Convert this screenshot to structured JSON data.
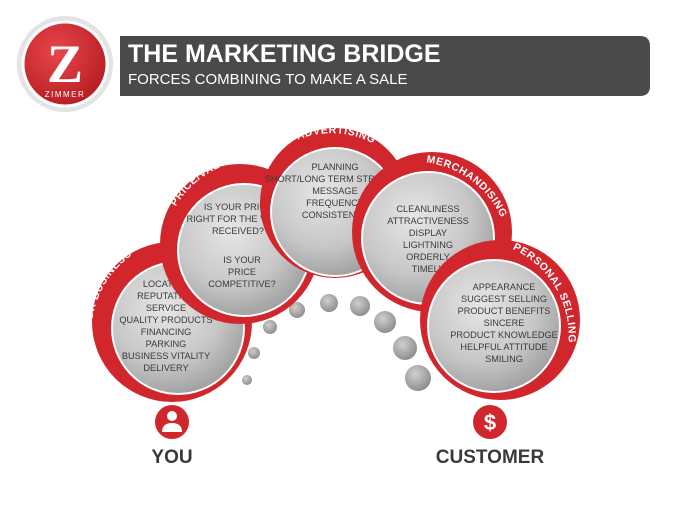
{
  "logo": {
    "letter": "Z",
    "wordmark": "ZIMMER",
    "colors": {
      "red": "#d32027",
      "dark_red": "#9a161b"
    }
  },
  "header": {
    "title": "THE MARKETING BRIDGE",
    "subtitle": "FORCES COMBINING TO MAKE A SALE",
    "bar_color": "#4a4a4a"
  },
  "forces": [
    {
      "name": "YOUR BUSINESS",
      "items": [
        "LOCATION",
        "REPUTATION",
        "SERVICE",
        "QUALITY PRODUCTS",
        "FINANCING",
        "PARKING",
        "BUSINESS VITALITY",
        "DELIVERY"
      ]
    },
    {
      "name": "PRICE/VALUE",
      "items": [
        "IS YOUR PRICE",
        "RIGHT FOR THE VALUE",
        "RECEIVED?",
        "IS YOUR",
        "PRICE",
        "COMPETITIVE?"
      ]
    },
    {
      "name": "ADVERTISING",
      "items": [
        "PLANNING",
        "SHORT/LONG TERM STRATEGY",
        "MESSAGE",
        "FREQUENCY",
        "CONSISTENCY"
      ]
    },
    {
      "name": "MERCHANDISING",
      "items": [
        "CLEANLINESS",
        "ATTRACTIVENESS",
        "DISPLAY",
        "LIGHTNING",
        "ORDERLY",
        "TIMELY"
      ]
    },
    {
      "name": "PERSONAL SELLING",
      "items": [
        "APPEARANCE",
        "SUGGEST SELLING",
        "PRODUCT BENEFITS",
        "SINCERE",
        "PRODUCT KNOWLEDGE",
        "HELPFUL ATTITUDE",
        "SMILING"
      ]
    }
  ],
  "footer": {
    "you": {
      "label": "YOU",
      "icon": "person-icon"
    },
    "customer": {
      "label": "CUSTOMER",
      "icon": "dollar-icon"
    }
  },
  "colors": {
    "accent_red": "#d0262c",
    "circle_gray": "#c9c9c9",
    "text_dark": "#3a3a3a",
    "dot_gray": "#9a9a9a"
  }
}
